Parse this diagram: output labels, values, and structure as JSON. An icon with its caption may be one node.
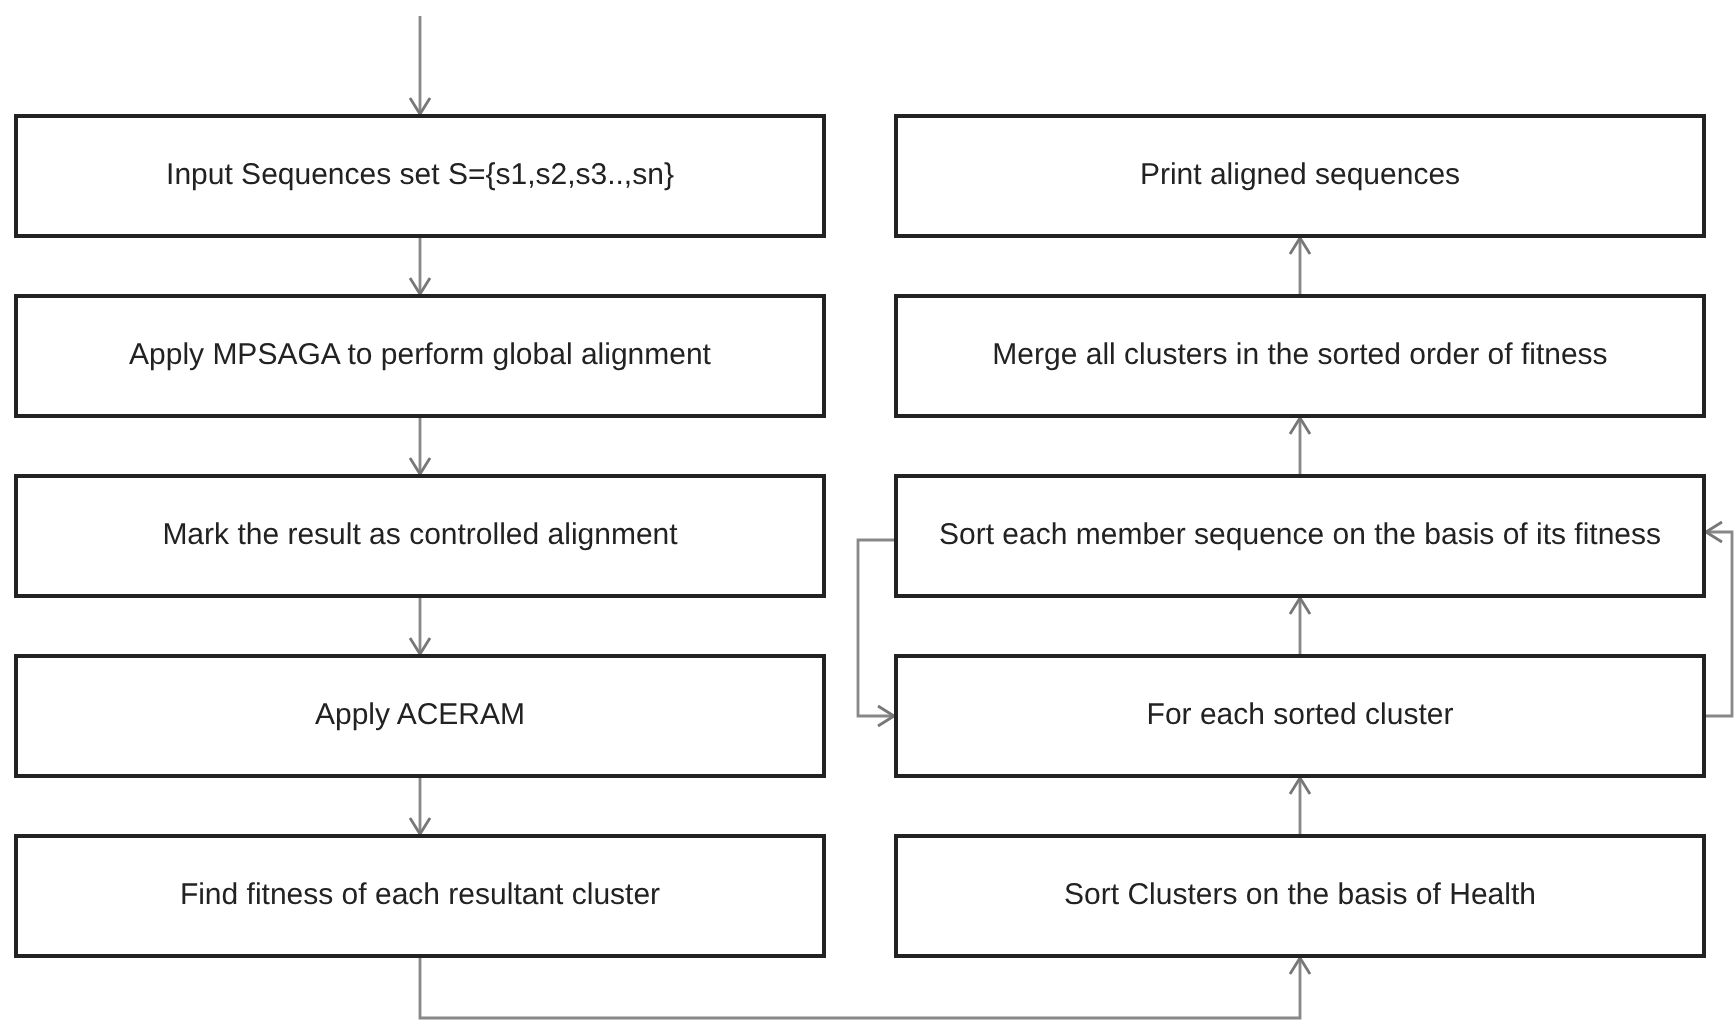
{
  "diagram": {
    "nodes": [
      {
        "text": [
          "Input Sequences set S={s1,s2,s3..,sn}"
        ]
      },
      {
        "text": [
          "Apply MPSAGA to perform global alignment"
        ]
      },
      {
        "text": [
          "Mark the result as controlled alignment"
        ]
      },
      {
        "text": [
          "Apply ACERAM"
        ]
      },
      {
        "text": [
          "Find fitness of each resultant cluster"
        ]
      },
      {
        "text": [
          "Print aligned sequences"
        ]
      },
      {
        "text": [
          "Merge all clusters in the sorted order of fitness"
        ]
      },
      {
        "text": [
          "Sort each member sequence on the basis of its fitness"
        ]
      },
      {
        "text": [
          "For each sorted cluster"
        ]
      },
      {
        "text": [
          "Sort Clusters  on the basis of Health"
        ]
      }
    ],
    "edges": [
      {
        "from": null,
        "to": 0,
        "arrow": "to"
      },
      {
        "from": 0,
        "to": 1,
        "arrow": "to"
      },
      {
        "from": 1,
        "to": 2,
        "arrow": "to"
      },
      {
        "from": 2,
        "to": 3,
        "arrow": "to"
      },
      {
        "from": 3,
        "to": 4,
        "arrow": "to"
      },
      {
        "from": 4,
        "to": 9,
        "arrow": "to"
      },
      {
        "from": 9,
        "to": 8,
        "arrow": "to"
      },
      {
        "from": 8,
        "to": 7,
        "arrow": "to"
      },
      {
        "from": 7,
        "to": 6,
        "arrow": "to"
      },
      {
        "from": 6,
        "to": 5,
        "arrow": "to"
      },
      {
        "from": 7,
        "to": 8,
        "arrow": "to"
      },
      {
        "from": 8,
        "to": 7,
        "arrow": "to"
      }
    ]
  }
}
